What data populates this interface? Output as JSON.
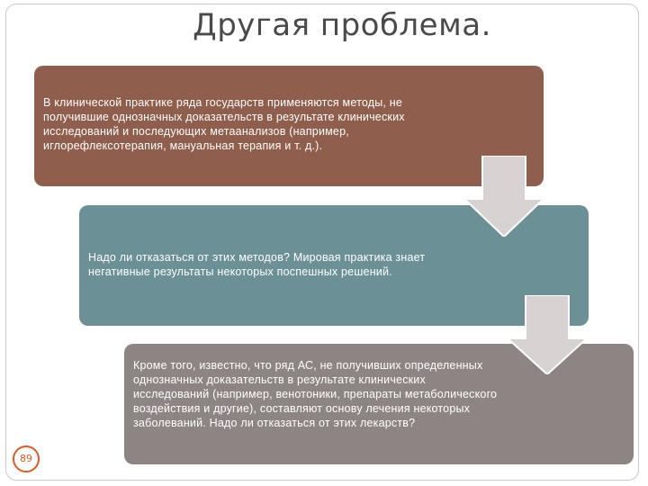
{
  "slide": {
    "title": "Другая проблема.",
    "page_number": "89"
  },
  "boxes": [
    {
      "text": "В клинической практике ряда государств применяются методы, не получившие однозначных доказательств в результате клинических исследований и последующих метаанализов (например, иглорефлексотерапия, мануальная терапия и т. д.).",
      "color": "#8f5e4c"
    },
    {
      "text": "Надо ли отказаться от этих методов? Мировая практика знает негативные результаты некоторых поспешных решений.",
      "color": "#6b9096"
    },
    {
      "text": "Кроме того, известно, что ряд АС, не получивших определенных однозначных доказательств в результате клинических исследований (например, венотоники, препараты метаболического воздействия и другие), составляют основу лечения некоторых заболеваний. Надо ли отказаться от этих лекарств?",
      "color": "#8d8584"
    }
  ],
  "colors": {
    "arrow_fill": "#d8d3d2",
    "page_badge": "#e05a28",
    "title_text": "#4a4a4a"
  },
  "icons": [
    "down-arrow-icon",
    "down-arrow-icon"
  ]
}
